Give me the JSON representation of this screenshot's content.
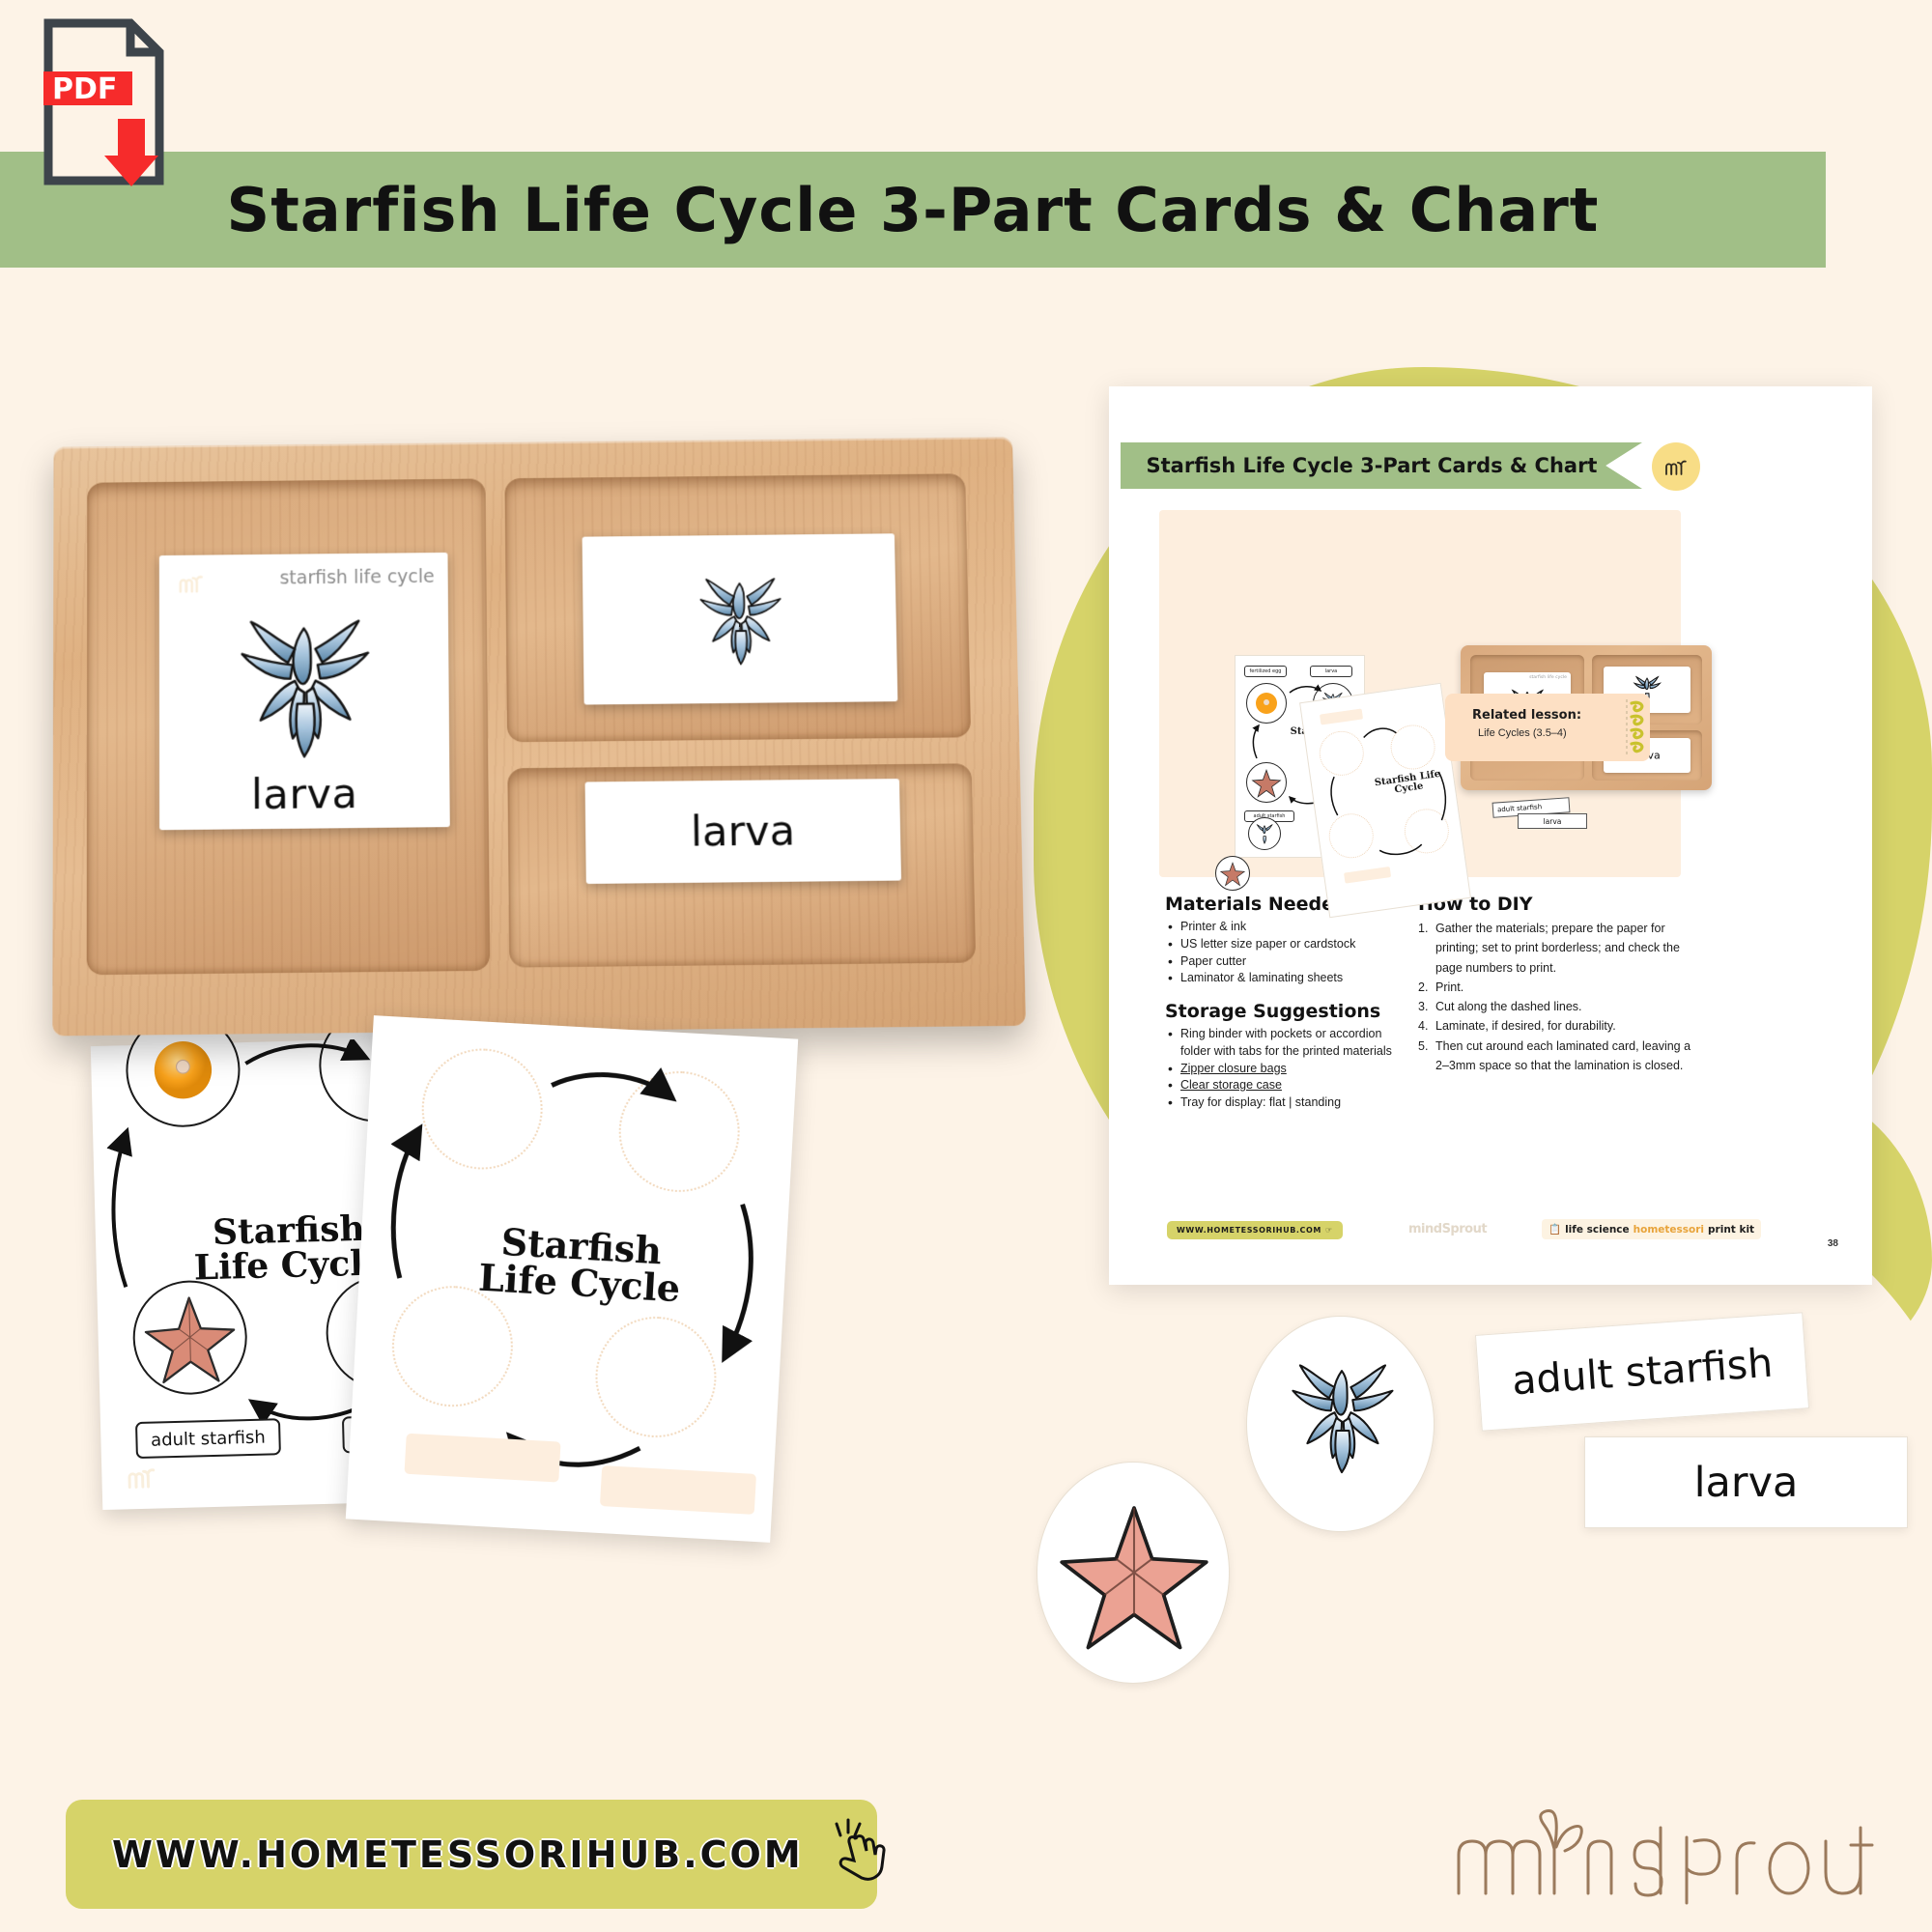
{
  "colors": {
    "background": "#fdf3e7",
    "band_green": "#a1bf87",
    "accent_yellow": "#d6d369",
    "badge_yellow": "#f8dd86",
    "peach": "#fdeede",
    "related_peach": "#fde0c4",
    "wood": "#dfb182",
    "pdf_red": "#f62b2b"
  },
  "pdf_icon": {
    "label": "PDF",
    "name": "pdf-download-icon"
  },
  "header": {
    "title": "Starfish Life Cycle 3-Part Cards & Chart"
  },
  "doc_preview": {
    "ribbon_title": "Starfish Life Cycle 3-Part Cards & Chart",
    "badge": "mindsprout-logo-icon",
    "mini_chart": {
      "title": "Starfish Life Cycle",
      "labels": [
        "fertilized egg",
        "larva",
        "adult starfish"
      ]
    },
    "mini_tray": {
      "big_card_category": "starfish life cycle",
      "big_card_label": "larva",
      "word_card_label": "larva"
    },
    "mini_strips": [
      "adult starfish",
      "larva"
    ],
    "related": {
      "title": "Related lesson:",
      "value": "Life Cycles (3.5–4)"
    },
    "materials": {
      "heading": "Materials Needed",
      "items": [
        "Printer & ink",
        "US letter size paper or cardstock",
        "Paper cutter",
        "Laminator & laminating sheets"
      ]
    },
    "storage": {
      "heading": "Storage Suggestions",
      "items": [
        "Ring binder with pockets or accordion folder with tabs for the printed materials",
        "Zipper closure bags",
        "Clear storage case",
        "Tray for display: flat | standing"
      ]
    },
    "diy": {
      "heading": "How to DIY",
      "steps": [
        "Gather the materials; prepare the paper for printing; set to print borderless; and check the page numbers to print.",
        "Print.",
        "Cut along the dashed lines.",
        "Laminate, if desired, for durability.",
        "Then cut around each laminated card, leaving a 2–3mm space so that the lamination is closed."
      ]
    },
    "footer": {
      "url": "WWW.HOMETESSORIHUB.COM",
      "brand": "mindSprout",
      "kit_prefix": "life science ",
      "kit_highlight": "hometessori",
      "kit_suffix": " print kit",
      "page_number": "38"
    }
  },
  "tray_photo": {
    "big_card": {
      "category": "starfish life cycle",
      "label": "larva"
    },
    "word_card_label": "larva"
  },
  "posters": {
    "title": "Starfish Life Cycle",
    "label_adult": "adult starfish"
  },
  "cutouts": {
    "star_piece": "adult-starfish-image-cutout",
    "larva_piece": "larva-image-cutout",
    "strip_adult": "adult starfish",
    "strip_larva": "larva"
  },
  "bottom": {
    "url": "WWW.HOMETESSORIHUB.COM",
    "cursor": "pointing-hand-icon",
    "brand": "mindSprout"
  }
}
